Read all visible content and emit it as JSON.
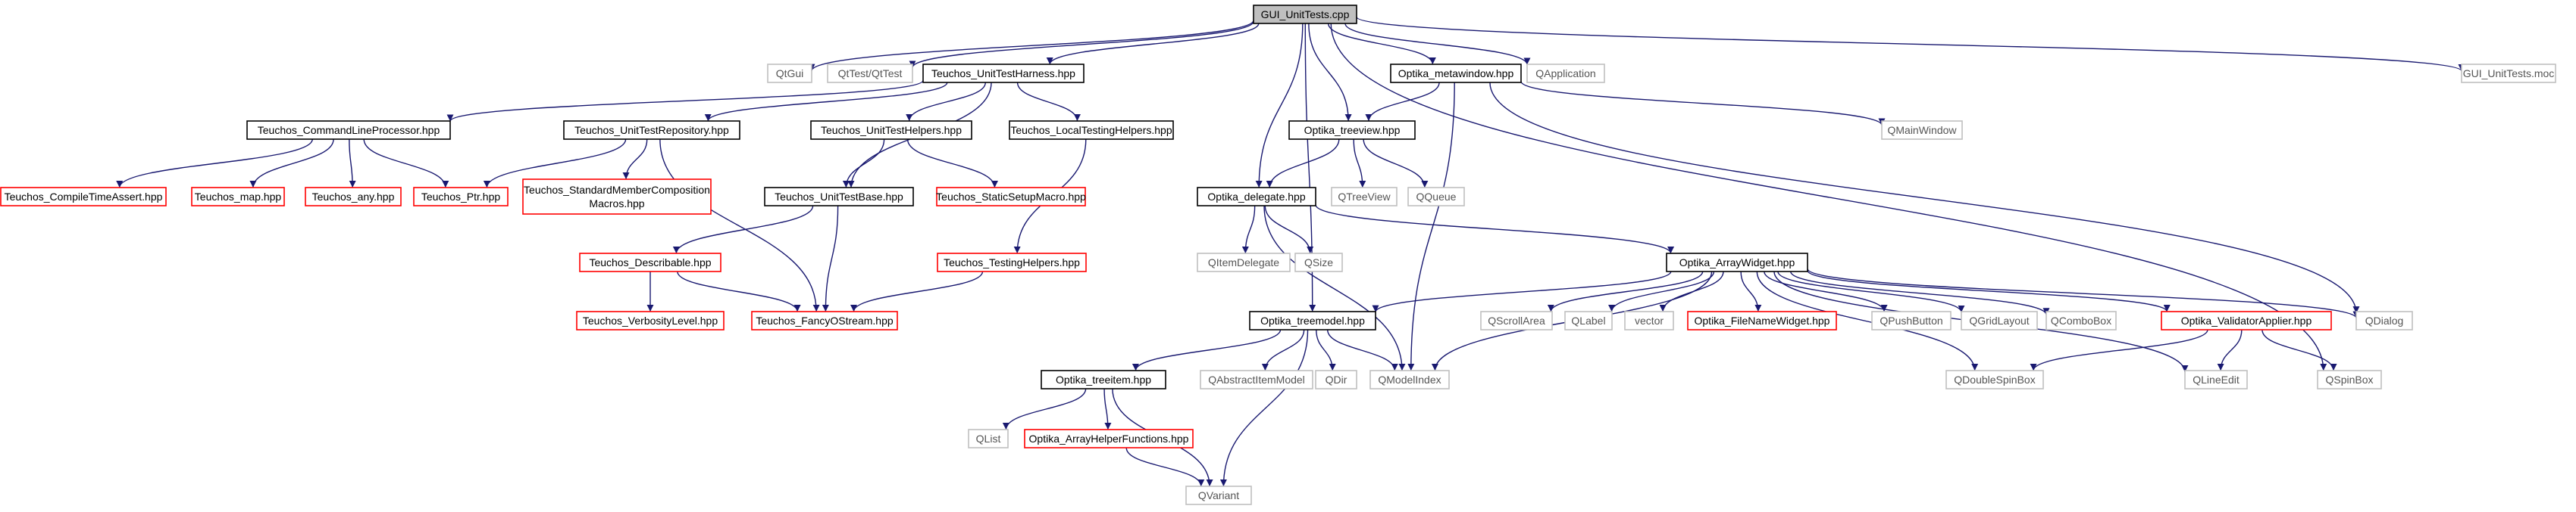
{
  "colors": {
    "edge": "#191970",
    "black": "#000000",
    "gray": "#bfbfbf",
    "red": "#ff0000",
    "root_fill": "#bfbfbf",
    "text": "#000000"
  },
  "nodes": [
    {
      "id": "n0",
      "label": "GUI_UnitTests.cpp",
      "style": "root"
    },
    {
      "id": "n1",
      "label": "QtGui",
      "style": "gray"
    },
    {
      "id": "n2",
      "label": "QtTest/QtTest",
      "style": "gray"
    },
    {
      "id": "n3",
      "label": "Teuchos_UnitTestHarness.hpp",
      "style": "black"
    },
    {
      "id": "n4",
      "label": "Optika_metawindow.hpp",
      "style": "black"
    },
    {
      "id": "n5",
      "label": "QApplication",
      "style": "gray"
    },
    {
      "id": "n6",
      "label": "GUI_UnitTests.moc",
      "style": "gray"
    },
    {
      "id": "n7",
      "label": "Teuchos_CommandLineProcessor.hpp",
      "style": "black"
    },
    {
      "id": "n8",
      "label": "Teuchos_UnitTestRepository.hpp",
      "style": "black"
    },
    {
      "id": "n9",
      "label": "Teuchos_UnitTestHelpers.hpp",
      "style": "black"
    },
    {
      "id": "n10",
      "label": "Teuchos_LocalTestingHelpers.hpp",
      "style": "black"
    },
    {
      "id": "n11",
      "label": "Optika_treeview.hpp",
      "style": "black"
    },
    {
      "id": "n12",
      "label": "QMainWindow",
      "style": "gray"
    },
    {
      "id": "n13",
      "label": "Teuchos_CompileTimeAssert.hpp",
      "style": "red"
    },
    {
      "id": "n14",
      "label": "Teuchos_map.hpp",
      "style": "red"
    },
    {
      "id": "n15",
      "label": "Teuchos_any.hpp",
      "style": "red"
    },
    {
      "id": "n16",
      "label": "Teuchos_Ptr.hpp",
      "style": "red"
    },
    {
      "id": "n17",
      "label": "Teuchos_StandardMemberComposition\nMacros.hpp",
      "style": "red"
    },
    {
      "id": "n18",
      "label": "Teuchos_UnitTestBase.hpp",
      "style": "black"
    },
    {
      "id": "n19",
      "label": "Teuchos_StaticSetupMacro.hpp",
      "style": "red"
    },
    {
      "id": "n20",
      "label": "Optika_delegate.hpp",
      "style": "black"
    },
    {
      "id": "n21",
      "label": "QTreeView",
      "style": "gray"
    },
    {
      "id": "n22",
      "label": "QQueue",
      "style": "gray"
    },
    {
      "id": "n23",
      "label": "Teuchos_Describable.hpp",
      "style": "red"
    },
    {
      "id": "n24",
      "label": "Teuchos_TestingHelpers.hpp",
      "style": "red"
    },
    {
      "id": "n25",
      "label": "QItemDelegate",
      "style": "gray"
    },
    {
      "id": "n26",
      "label": "QSize",
      "style": "gray"
    },
    {
      "id": "n27",
      "label": "Optika_ArrayWidget.hpp",
      "style": "black"
    },
    {
      "id": "n28",
      "label": "Teuchos_VerbosityLevel.hpp",
      "style": "red"
    },
    {
      "id": "n29",
      "label": "Teuchos_FancyOStream.hpp",
      "style": "red"
    },
    {
      "id": "n30",
      "label": "Optika_treemodel.hpp",
      "style": "black"
    },
    {
      "id": "n31",
      "label": "QScrollArea",
      "style": "gray"
    },
    {
      "id": "n32",
      "label": "QLabel",
      "style": "gray"
    },
    {
      "id": "n33",
      "label": "vector",
      "style": "gray"
    },
    {
      "id": "n34",
      "label": "Optika_FileNameWidget.hpp",
      "style": "red"
    },
    {
      "id": "n35",
      "label": "QPushButton",
      "style": "gray"
    },
    {
      "id": "n36",
      "label": "QGridLayout",
      "style": "gray"
    },
    {
      "id": "n37",
      "label": "QComboBox",
      "style": "gray"
    },
    {
      "id": "n38",
      "label": "Optika_ValidatorApplier.hpp",
      "style": "red"
    },
    {
      "id": "n39",
      "label": "QDialog",
      "style": "gray"
    },
    {
      "id": "n40",
      "label": "Optika_treeitem.hpp",
      "style": "black"
    },
    {
      "id": "n41",
      "label": "QAbstractItemModel",
      "style": "gray"
    },
    {
      "id": "n42",
      "label": "QDir",
      "style": "gray"
    },
    {
      "id": "n43",
      "label": "QModelIndex",
      "style": "gray"
    },
    {
      "id": "n44",
      "label": "QDoubleSpinBox",
      "style": "gray"
    },
    {
      "id": "n45",
      "label": "QLineEdit",
      "style": "gray"
    },
    {
      "id": "n46",
      "label": "QSpinBox",
      "style": "gray"
    },
    {
      "id": "n47",
      "label": "QList",
      "style": "gray"
    },
    {
      "id": "n48",
      "label": "Optika_ArrayHelperFunctions.hpp",
      "style": "red"
    },
    {
      "id": "n49",
      "label": "QVariant",
      "style": "gray"
    }
  ],
  "edges": [
    [
      "n0",
      "n1"
    ],
    [
      "n0",
      "n2"
    ],
    [
      "n0",
      "n3"
    ],
    [
      "n0",
      "n4"
    ],
    [
      "n0",
      "n5"
    ],
    [
      "n0",
      "n6"
    ],
    [
      "n0",
      "n11"
    ],
    [
      "n0",
      "n20"
    ],
    [
      "n0",
      "n30"
    ],
    [
      "n0",
      "n46"
    ],
    [
      "n3",
      "n7"
    ],
    [
      "n3",
      "n8"
    ],
    [
      "n3",
      "n9"
    ],
    [
      "n3",
      "n10"
    ],
    [
      "n3",
      "n18"
    ],
    [
      "n4",
      "n11"
    ],
    [
      "n4",
      "n12"
    ],
    [
      "n4",
      "n43"
    ],
    [
      "n4",
      "n39"
    ],
    [
      "n7",
      "n13"
    ],
    [
      "n7",
      "n14"
    ],
    [
      "n7",
      "n15"
    ],
    [
      "n7",
      "n16"
    ],
    [
      "n8",
      "n16"
    ],
    [
      "n8",
      "n17"
    ],
    [
      "n8",
      "n29"
    ],
    [
      "n9",
      "n18"
    ],
    [
      "n9",
      "n19"
    ],
    [
      "n10",
      "n24"
    ],
    [
      "n11",
      "n20"
    ],
    [
      "n11",
      "n21"
    ],
    [
      "n11",
      "n22"
    ],
    [
      "n18",
      "n23"
    ],
    [
      "n18",
      "n29"
    ],
    [
      "n20",
      "n25"
    ],
    [
      "n20",
      "n26"
    ],
    [
      "n20",
      "n27"
    ],
    [
      "n20",
      "n43"
    ],
    [
      "n23",
      "n28"
    ],
    [
      "n23",
      "n29"
    ],
    [
      "n24",
      "n29"
    ],
    [
      "n27",
      "n30"
    ],
    [
      "n27",
      "n31"
    ],
    [
      "n27",
      "n32"
    ],
    [
      "n27",
      "n33"
    ],
    [
      "n27",
      "n34"
    ],
    [
      "n27",
      "n35"
    ],
    [
      "n27",
      "n36"
    ],
    [
      "n27",
      "n37"
    ],
    [
      "n27",
      "n38"
    ],
    [
      "n27",
      "n39"
    ],
    [
      "n27",
      "n43"
    ],
    [
      "n27",
      "n44"
    ],
    [
      "n27",
      "n45"
    ],
    [
      "n30",
      "n40"
    ],
    [
      "n30",
      "n41"
    ],
    [
      "n30",
      "n42"
    ],
    [
      "n30",
      "n43"
    ],
    [
      "n30",
      "n49"
    ],
    [
      "n38",
      "n44"
    ],
    [
      "n38",
      "n45"
    ],
    [
      "n38",
      "n46"
    ],
    [
      "n40",
      "n47"
    ],
    [
      "n40",
      "n48"
    ],
    [
      "n40",
      "n49"
    ],
    [
      "n48",
      "n49"
    ]
  ]
}
